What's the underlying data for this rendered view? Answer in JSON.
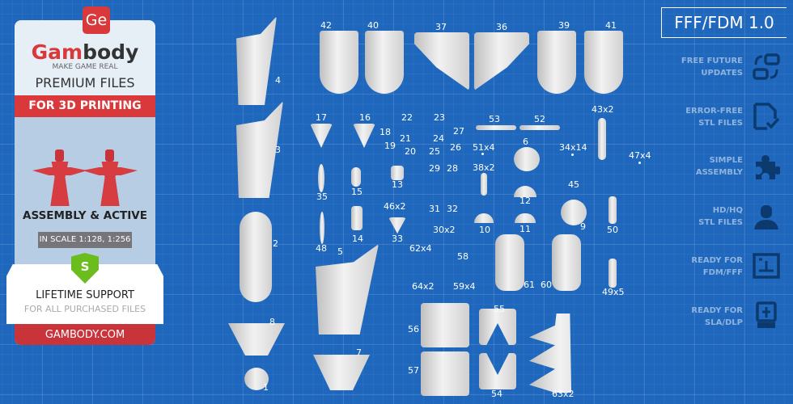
{
  "left_panel": {
    "logo_mark": "Ge",
    "brand_red": "Gam",
    "brand_dark": "body",
    "tagline": "MAKE GAME REAL",
    "premium": "PREMIUM FILES",
    "for_printing": "FOR 3D PRINTING",
    "assembly": "ASSEMBLY & ACTIVE",
    "scale": "IN SCALE 1:128, 1:256",
    "shield_letter": "S",
    "support_title": "LIFETIME SUPPORT",
    "support_sub": "FOR ALL PURCHASED FILES",
    "website": "GAMBODY.COM"
  },
  "header": {
    "title": "FFF/FDM 1.0"
  },
  "features": [
    {
      "line1": "FREE FUTURE",
      "line2": "UPDATES",
      "icon": "sync-icon"
    },
    {
      "line1": "ERROR-FREE",
      "line2": "STL FILES",
      "icon": "file-check-icon"
    },
    {
      "line1": "SIMPLE",
      "line2": "ASSEMBLY",
      "icon": "puzzle-icon"
    },
    {
      "line1": "HD/HQ",
      "line2": "STL FILES",
      "icon": "bust-icon"
    },
    {
      "line1": "READY FOR",
      "line2": "FDM/FFF",
      "icon": "fdm-printer-icon"
    },
    {
      "line1": "READY FOR",
      "line2": "SLA/DLP",
      "icon": "sla-printer-icon"
    }
  ],
  "parts": [
    "42",
    "40",
    "37",
    "36",
    "39",
    "41",
    "4",
    "3",
    "2",
    "8",
    "1",
    "17",
    "16",
    "18",
    "19",
    "22",
    "21",
    "20",
    "23",
    "24",
    "25",
    "27",
    "26",
    "53",
    "52",
    "51x4",
    "6",
    "34x14",
    "43x2",
    "47x4",
    "35",
    "15",
    "13",
    "29",
    "28",
    "38x2",
    "45",
    "46x2",
    "31",
    "32",
    "12",
    "9",
    "50",
    "14",
    "33",
    "30x2",
    "10",
    "11",
    "48",
    "5",
    "62x4",
    "58",
    "61",
    "60",
    "64x2",
    "59x4",
    "49x5",
    "56",
    "55",
    "7",
    "57",
    "54",
    "63x2"
  ],
  "colors": {
    "background": "#1e67bd",
    "brand_red": "#d9393b",
    "shield_green": "#6bbd1d"
  }
}
